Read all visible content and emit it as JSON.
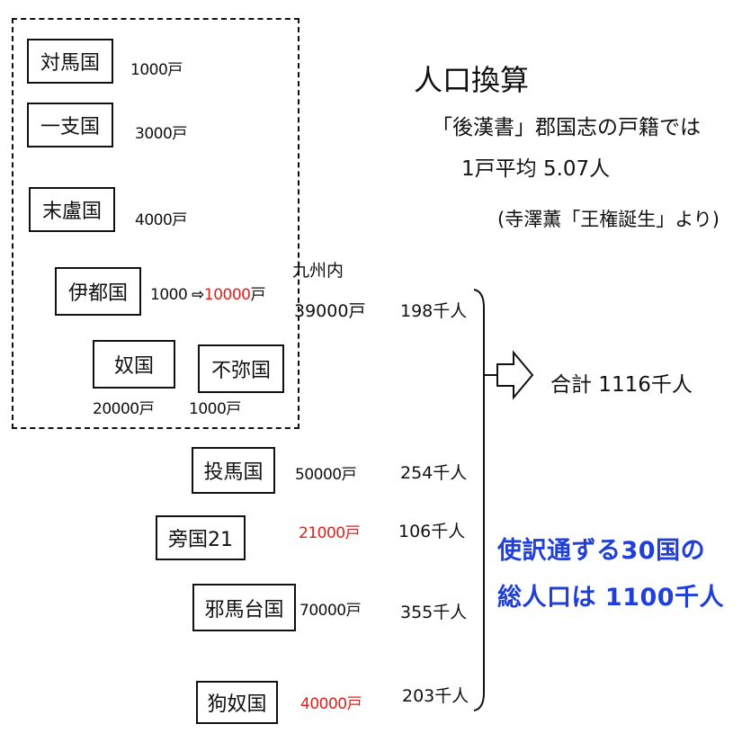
{
  "countries": {
    "tsushima": {
      "name": "対馬国",
      "households": "1000戸"
    },
    "iki": {
      "name": "一支国",
      "households": "3000戸"
    },
    "matsuro": {
      "name": "末盧国",
      "households": "4000戸"
    },
    "ito": {
      "name": "伊都国",
      "households_before": "1000",
      "households_after": "10000",
      "households_unit": "戸"
    },
    "na": {
      "name": "奴国",
      "households": "20000戸"
    },
    "fumi": {
      "name": "不弥国",
      "households": "1000戸"
    },
    "tsuma": {
      "name": "投馬国",
      "households": "50000戸",
      "population": "254千人"
    },
    "bokoku": {
      "name": "旁国21",
      "households": "21000戸",
      "population": "106千人"
    },
    "yamatai": {
      "name": "邪馬台国",
      "households": "70000戸",
      "population": "355千人"
    },
    "kuna": {
      "name": "狗奴国",
      "households": "40000戸",
      "population": "203千人"
    }
  },
  "kyushu": {
    "label": "九州内",
    "households": "39000戸",
    "population": "198千人"
  },
  "total": {
    "text": "合計 1116千人"
  },
  "heading": {
    "title": "人口換算",
    "line1": "「後漢書」郡国志の戸籍では",
    "line2": "1戸平均 5.07人",
    "source": "(寺澤薫「王権誕生」より)"
  },
  "conclusion": {
    "line1": "使訳通ずる30国の",
    "line2": "総人口は 1100千人"
  },
  "colors": {
    "accent_red": "#e0201c",
    "accent_blue": "#1f3fd8"
  }
}
